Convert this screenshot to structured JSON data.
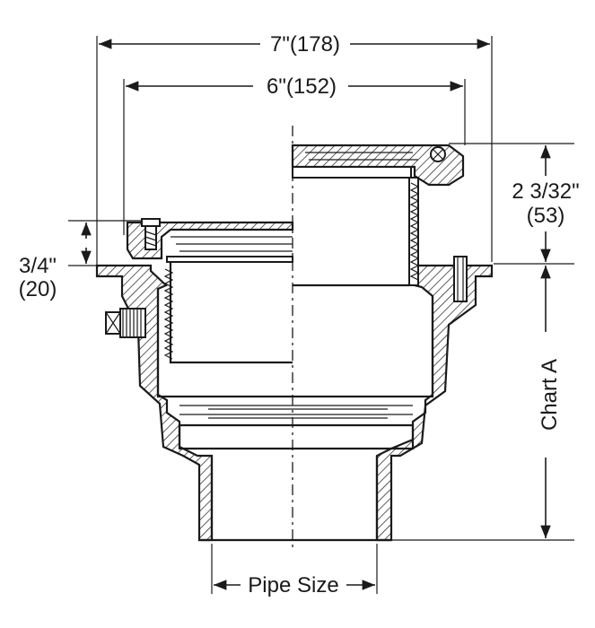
{
  "dimensions": {
    "overall_width": "7\"(178)",
    "grate_width": "6\"(152)",
    "height_right_in": "2 3/32\"",
    "height_right_mm": "(53)",
    "height_left_in": "3/4\"",
    "height_left_mm": "(20)",
    "body_height": "Chart A",
    "outlet": "Pipe Size"
  },
  "colors": {
    "line": "#1a1a1a",
    "background": "#ffffff"
  }
}
